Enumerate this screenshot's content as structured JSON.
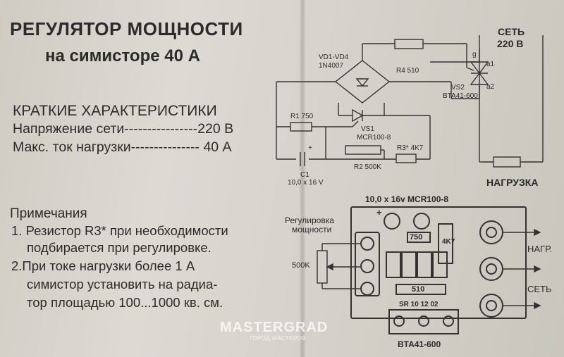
{
  "title": {
    "line1": "РЕГУЛЯТОР МОЩНОСТИ",
    "line2": "на симисторе 40 А"
  },
  "specs": {
    "heading": "КРАТКИЕ ХАРАКТЕРИСТИКИ",
    "voltage": "Напряжение сети----------------220 В",
    "current": "Макс. ток нагрузки--------------- 40 А"
  },
  "notes": {
    "heading": "Примечания",
    "n1_a": "1. Резистор R3* при необходимости",
    "n1_b": "подбирается при регулировке.",
    "n2_a": "2.При токе нагрузки более 1 А",
    "n2_b": "симистор установить на радиа-",
    "n2_c": "тор площадью 100...1000 кв. см."
  },
  "schematic": {
    "mains": "СЕТЬ",
    "mains_v": "220 В",
    "vd": "VD1-VD4",
    "vd_part": "1N4007",
    "r4": "R4 510",
    "g": "g",
    "a1": "a1",
    "a2": "a2",
    "vs2": "VS2",
    "vs2_part": "BTA41-600",
    "r1": "R1 750",
    "vs1": "VS1",
    "vs1_part": "MCR100-8",
    "r3": "R3* 4K7",
    "r2": "R2 500K",
    "c1": "C1",
    "c1_val": "10,0 x 16 V",
    "plus": "+",
    "load": "НАГРУЗКА"
  },
  "board": {
    "top_label": "10,0 x 16v MCR100-8",
    "adj_label_1": "Регулировка",
    "adj_label_2": "мощности",
    "pot": "500K",
    "r750": "750",
    "r4k7": "4K7",
    "r510": "510",
    "plus": "+",
    "code": "SR 10 12 02",
    "triac": "BTA41-600",
    "load": "НАГР.",
    "mains": "СЕТЬ"
  },
  "watermark": {
    "brand": "MASTERGRAD",
    "tagline": "ГОРОД МАСТЕРОВ"
  }
}
